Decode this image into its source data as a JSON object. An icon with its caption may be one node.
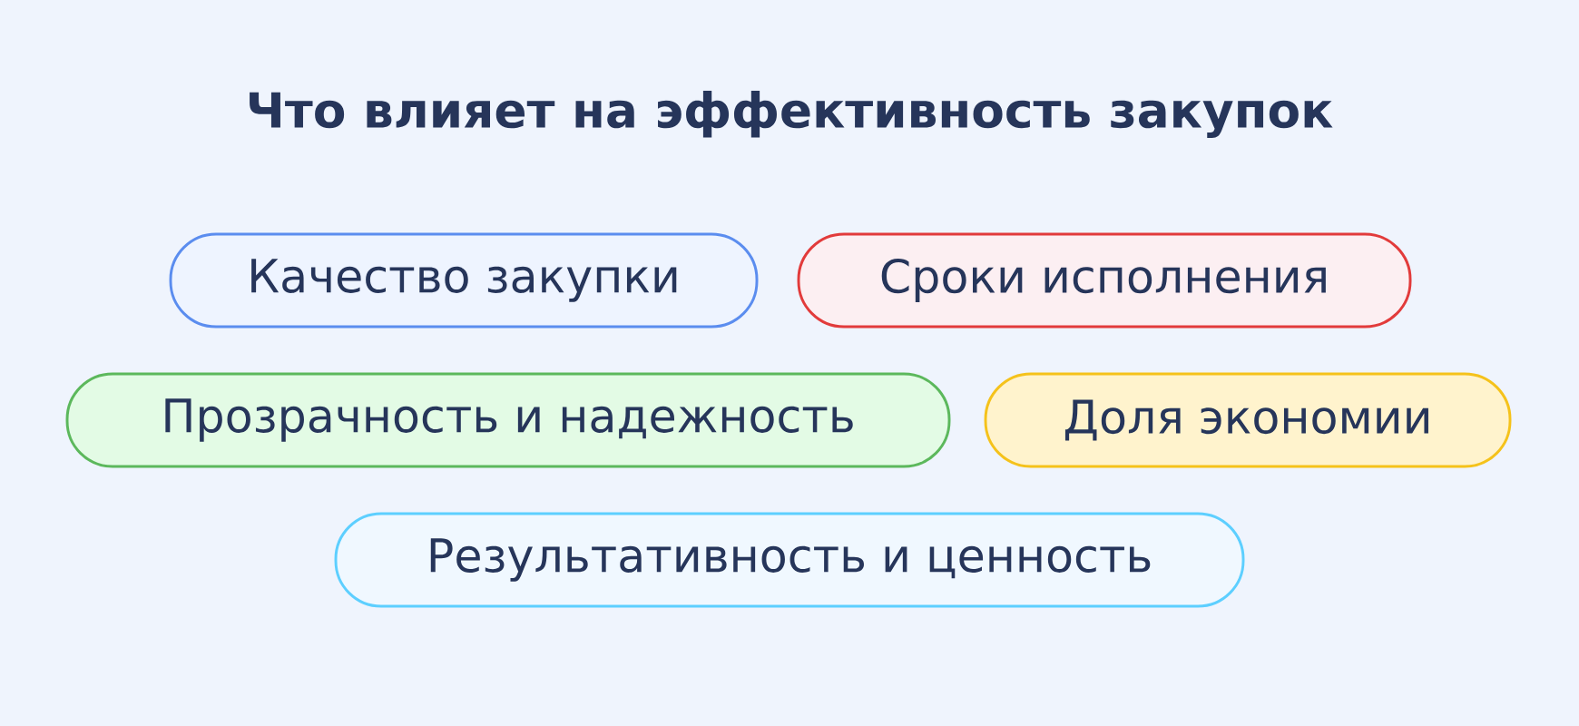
{
  "diagram": {
    "title": "Что влияет на эффективность закупок",
    "nodes": [
      {
        "text": [
          "Качество закупки"
        ]
      },
      {
        "text": [
          "Сроки исполнения"
        ]
      },
      {
        "text": [
          "Прозрачность и надежность"
        ]
      },
      {
        "text": [
          "Доля экономии"
        ]
      },
      {
        "text": [
          "Результативность и ценность"
        ]
      }
    ]
  }
}
